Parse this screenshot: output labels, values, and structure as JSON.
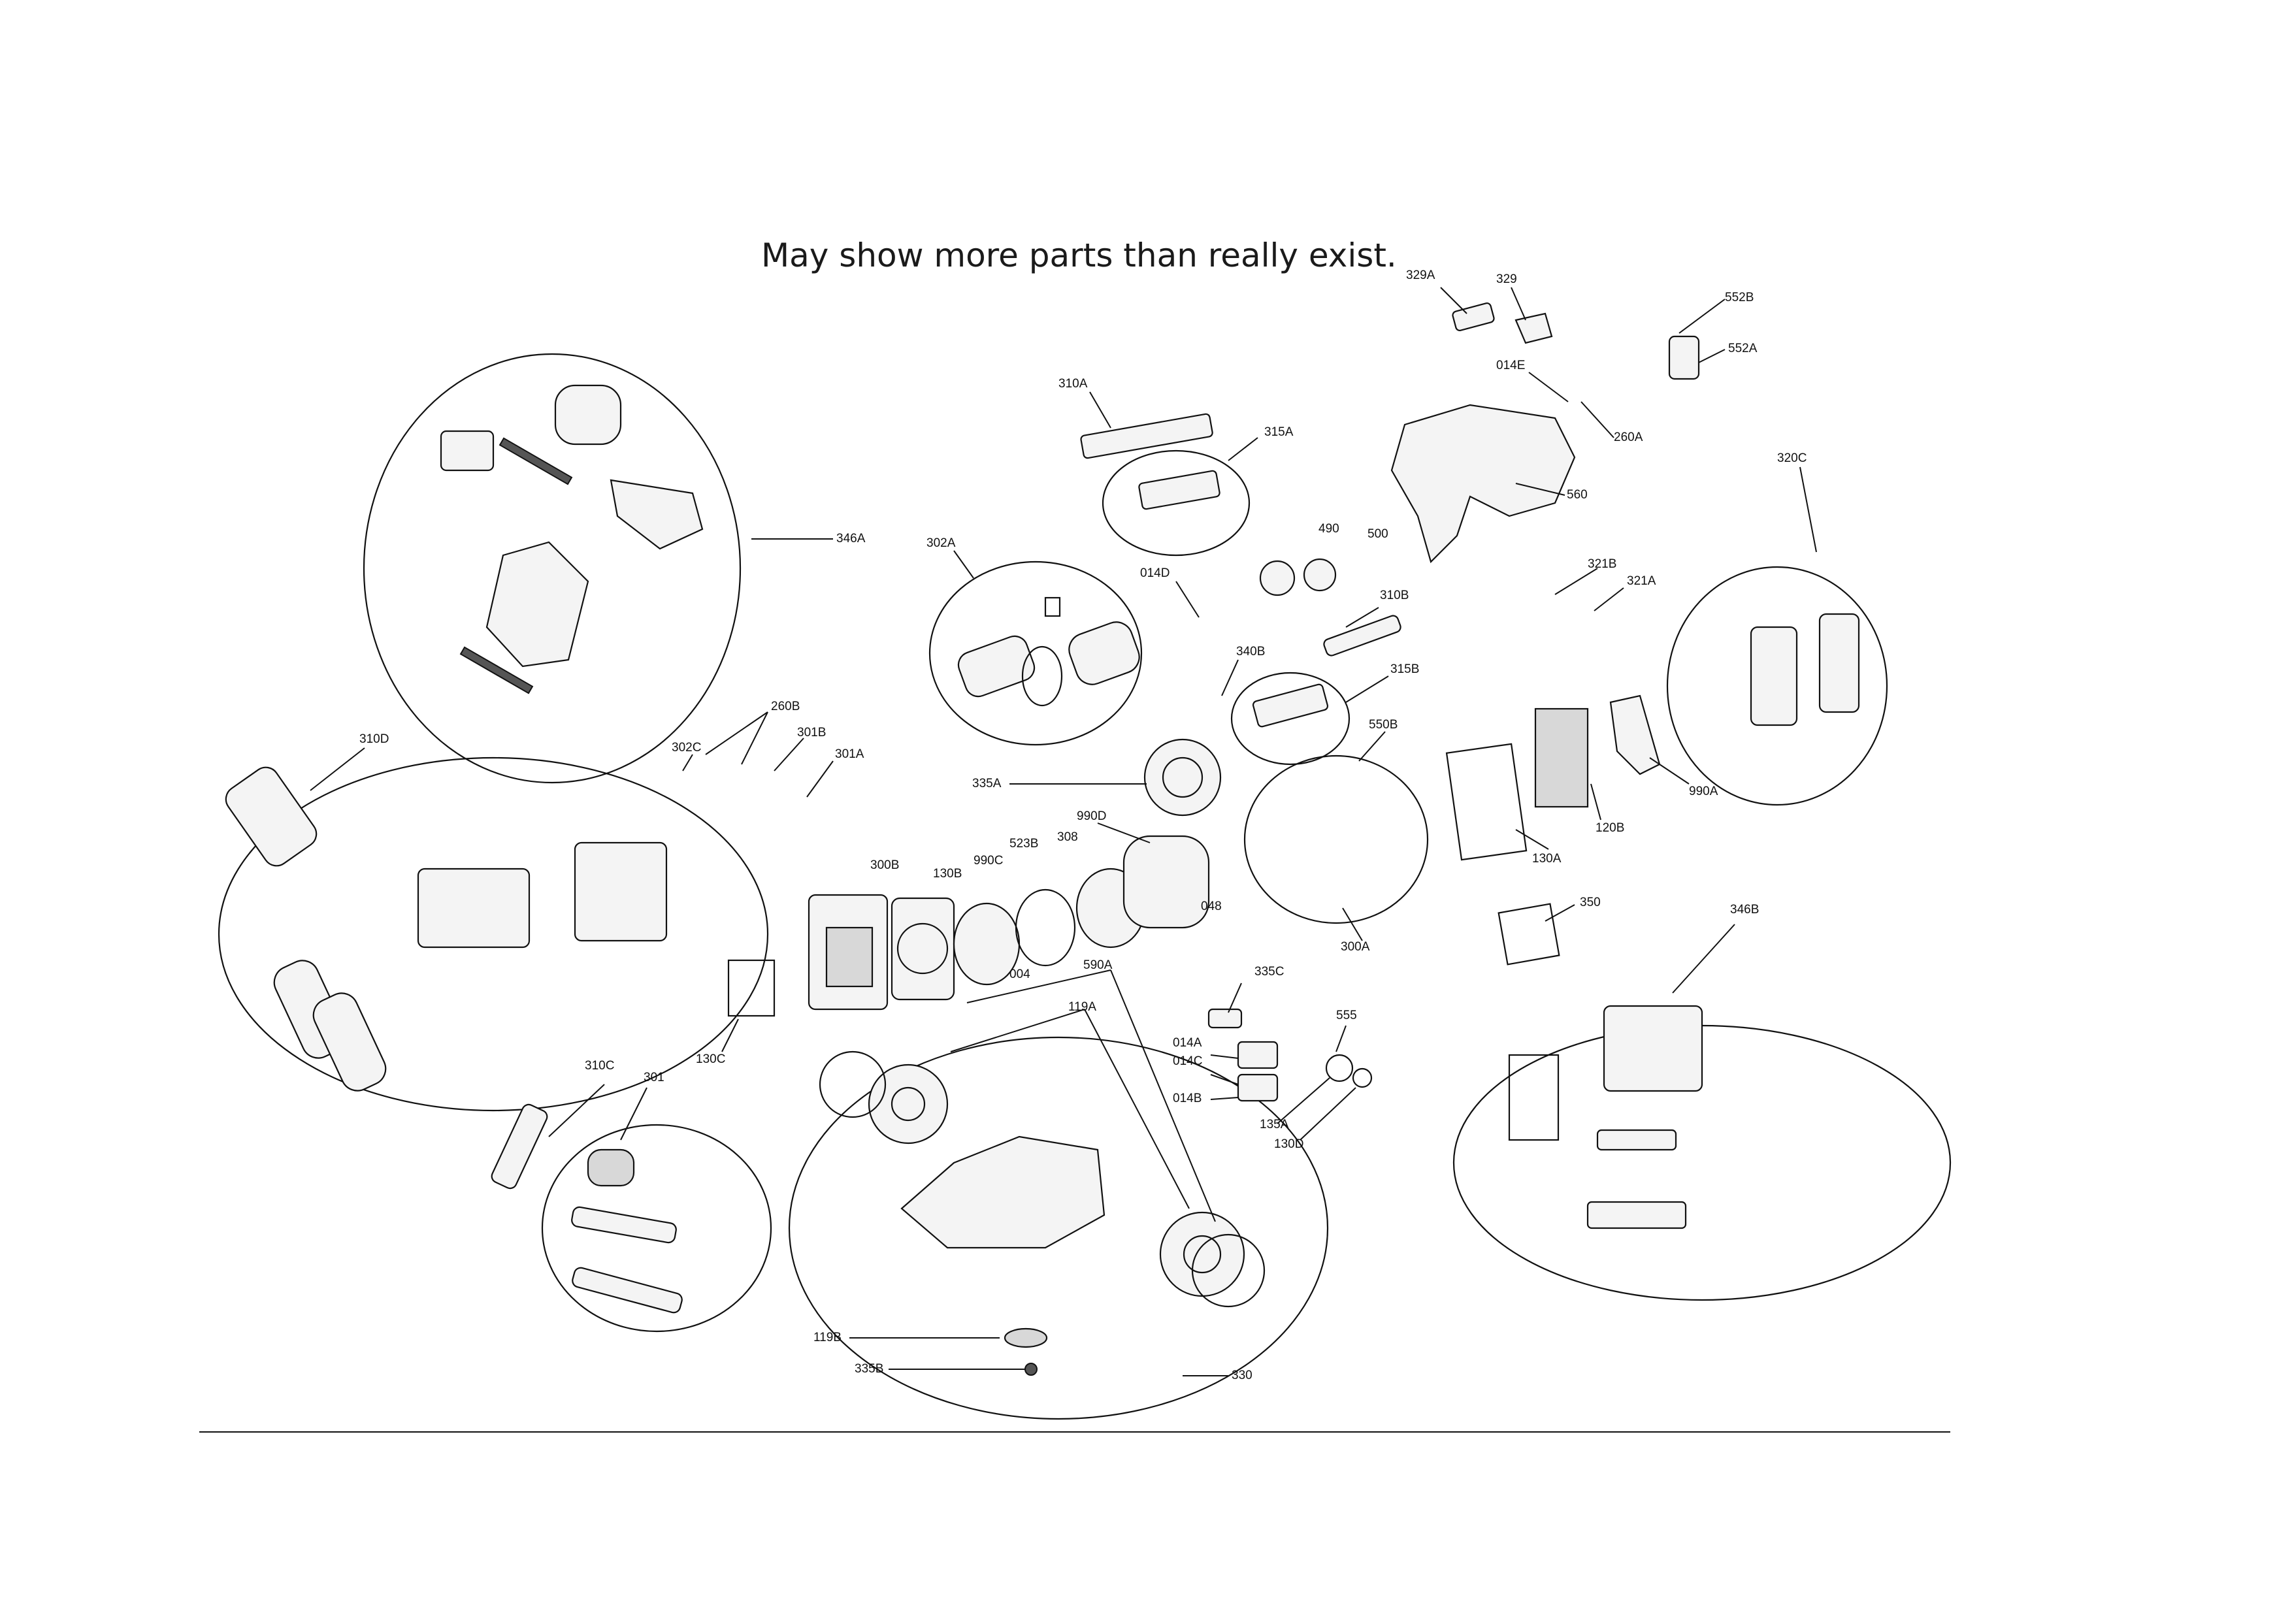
{
  "title": "May show more parts than really exist.",
  "labels": {
    "l329A": "329A",
    "l329": "329",
    "l552B": "552B",
    "l552A": "552A",
    "l014E": "014E",
    "l260A": "260A",
    "l310A": "310A",
    "l315A": "315A",
    "l560": "560",
    "l320C": "320C",
    "l490": "490",
    "l500": "500",
    "l302A": "302A",
    "l014D": "014D",
    "l346A": "346A",
    "l321B": "321B",
    "l321A": "321A",
    "l310B": "310B",
    "l340B": "340B",
    "l315B": "315B",
    "l550B": "550B",
    "l990A": "990A",
    "l310D": "310D",
    "l260B": "260B",
    "l302C": "302C",
    "l301B": "301B",
    "l301A": "301A",
    "l335A": "335A",
    "l120B": "120B",
    "l990D": "990D",
    "l130A": "130A",
    "l300B": "300B",
    "l130B": "130B",
    "l990C": "990C",
    "l523B": "523B",
    "l308": "308",
    "l048": "048",
    "l350": "350",
    "l346B": "346B",
    "l300A": "300A",
    "l004": "004",
    "l590A": "590A",
    "l335C": "335C",
    "l119A": "119A",
    "l555": "555",
    "l014A": "014A",
    "l014C": "014C",
    "l014B": "014B",
    "l135A": "135A",
    "l130D": "130D",
    "l130C": "130C",
    "l310C": "310C",
    "l301": "301",
    "l119B": "119B",
    "l335B": "335B",
    "l330": "330"
  }
}
